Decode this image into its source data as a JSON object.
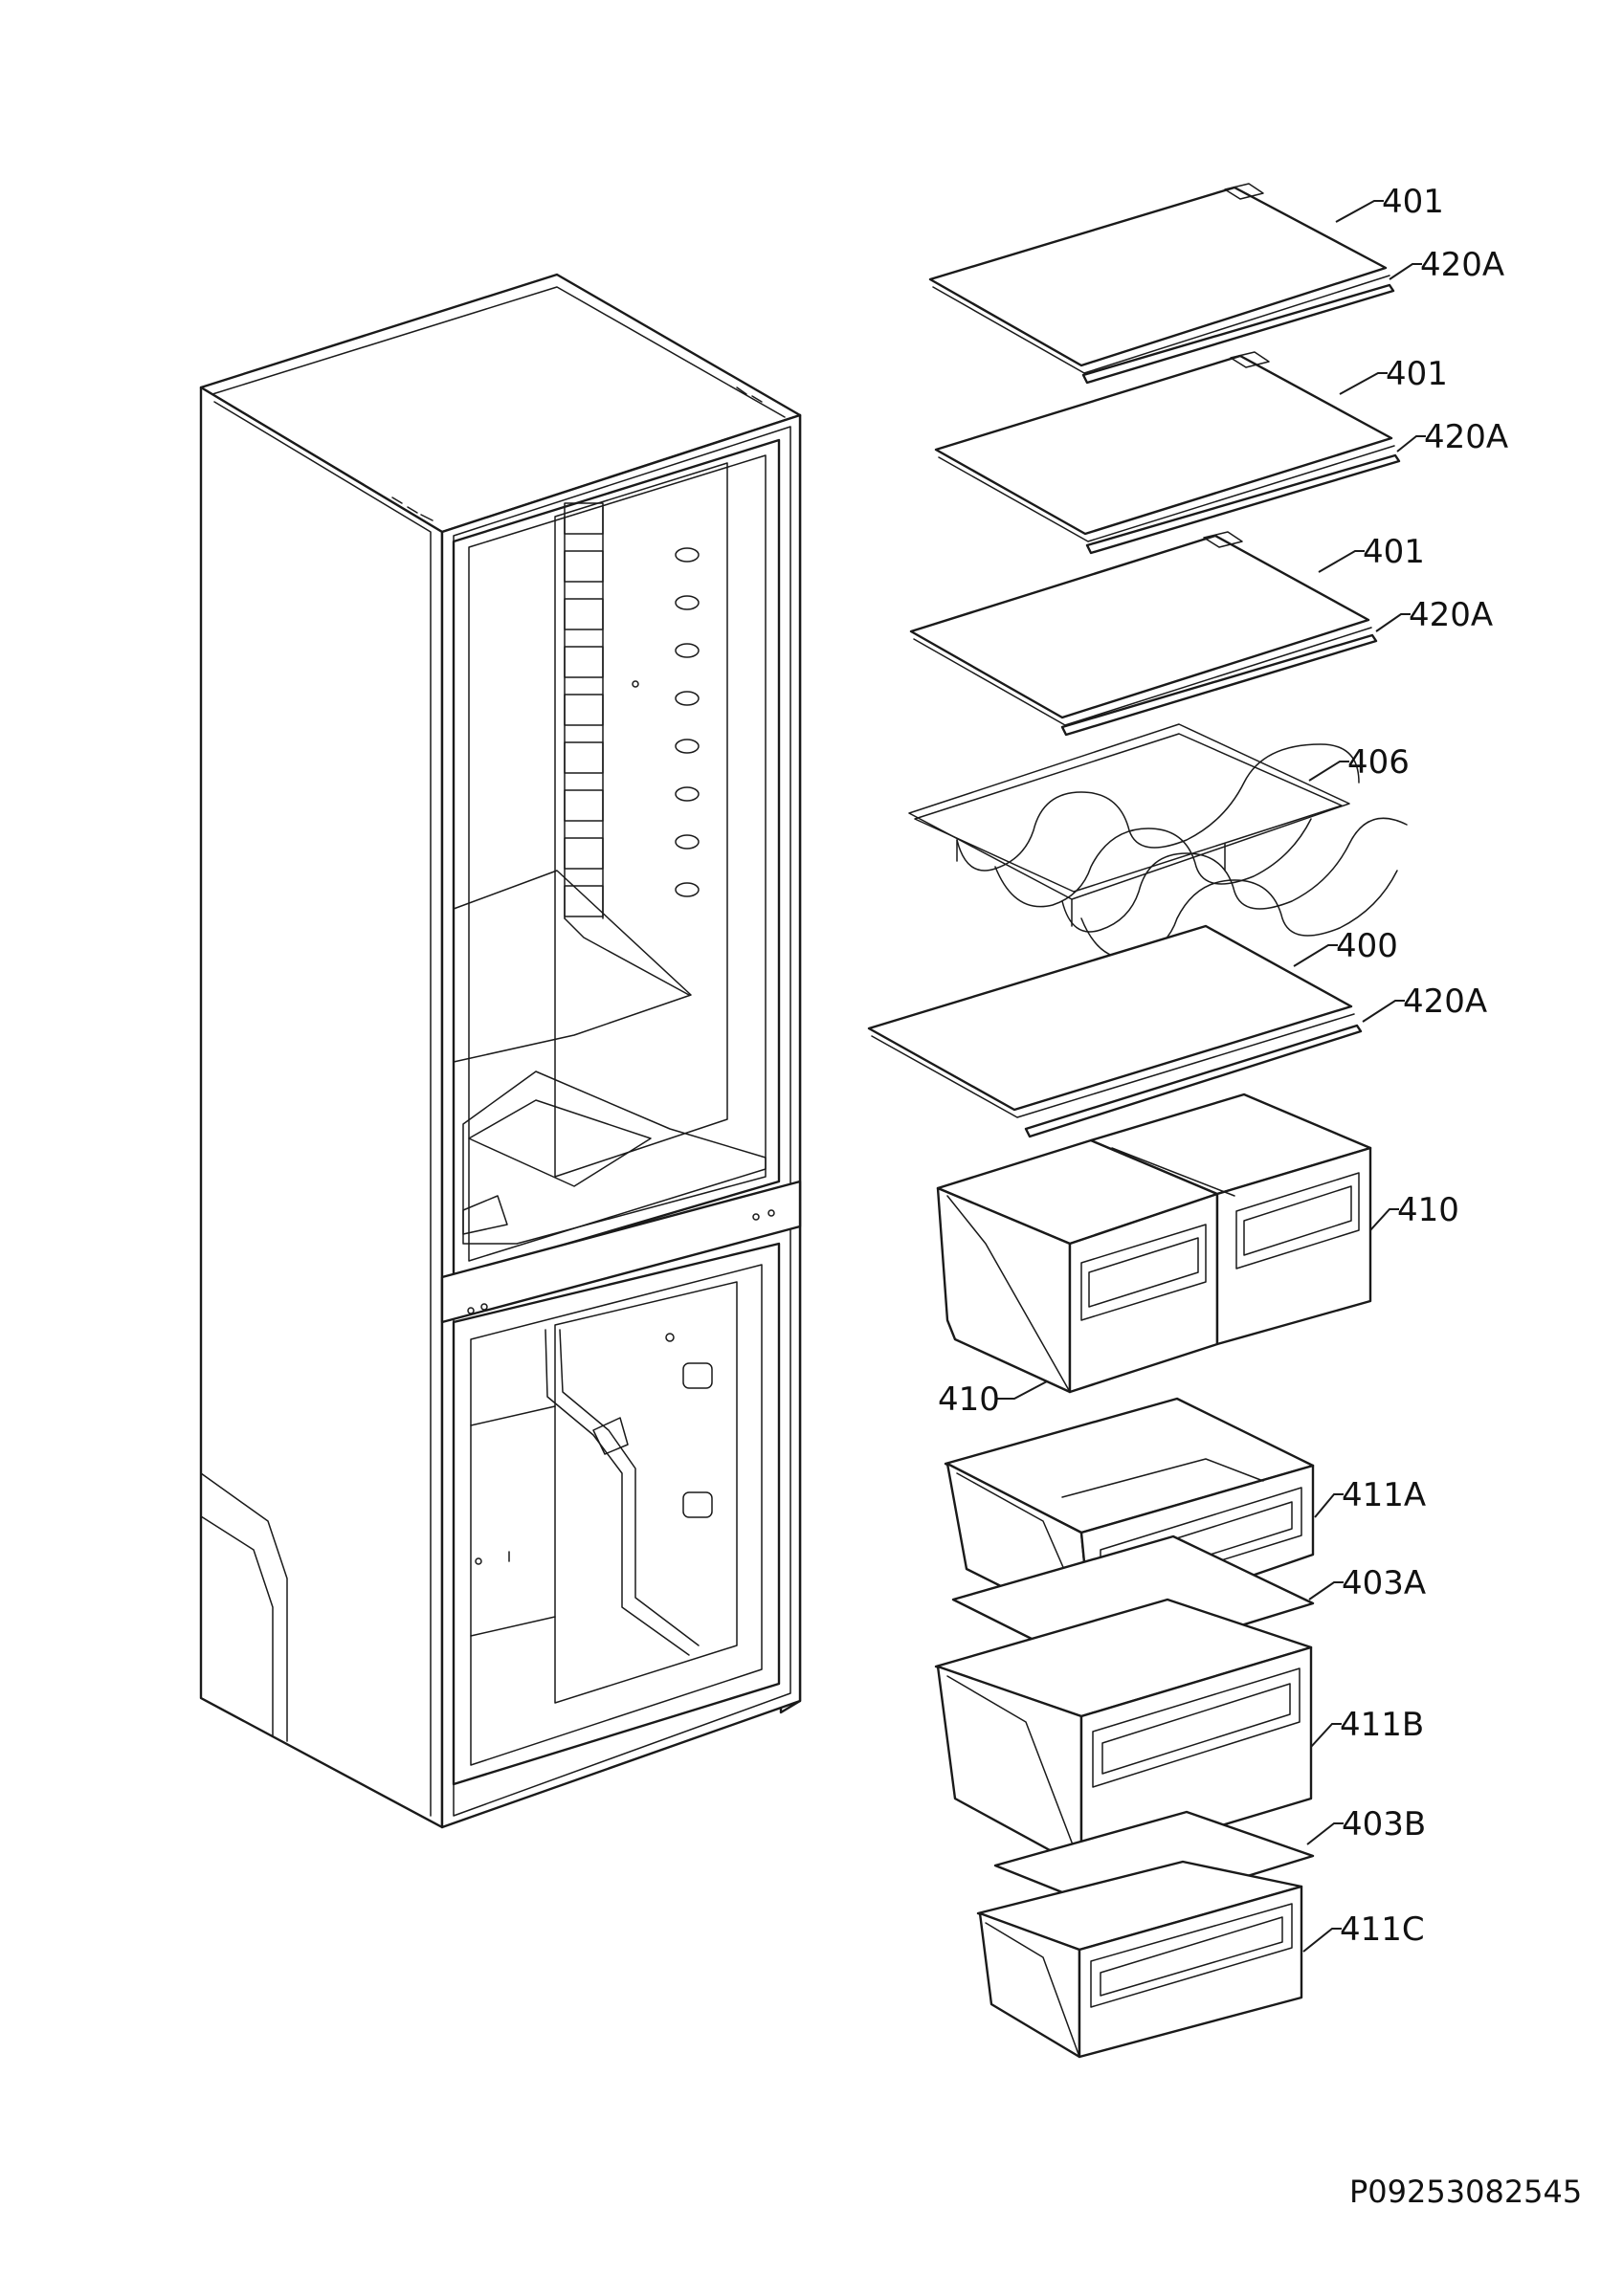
{
  "callouts": [
    {
      "id": "c1",
      "label": "401"
    },
    {
      "id": "c2",
      "label": "420A"
    },
    {
      "id": "c3",
      "label": "401"
    },
    {
      "id": "c4",
      "label": "420A"
    },
    {
      "id": "c5",
      "label": "401"
    },
    {
      "id": "c6",
      "label": "420A"
    },
    {
      "id": "c7",
      "label": "406"
    },
    {
      "id": "c8",
      "label": "400"
    },
    {
      "id": "c9",
      "label": "420A"
    },
    {
      "id": "c10",
      "label": "410"
    },
    {
      "id": "c11",
      "label": "410"
    },
    {
      "id": "c12",
      "label": "411A"
    },
    {
      "id": "c13",
      "label": "403A"
    },
    {
      "id": "c14",
      "label": "411B"
    },
    {
      "id": "c15",
      "label": "403B"
    },
    {
      "id": "c16",
      "label": "411C"
    }
  ],
  "drawing_number": "P09253082545",
  "line_color": "#1a1a1a"
}
